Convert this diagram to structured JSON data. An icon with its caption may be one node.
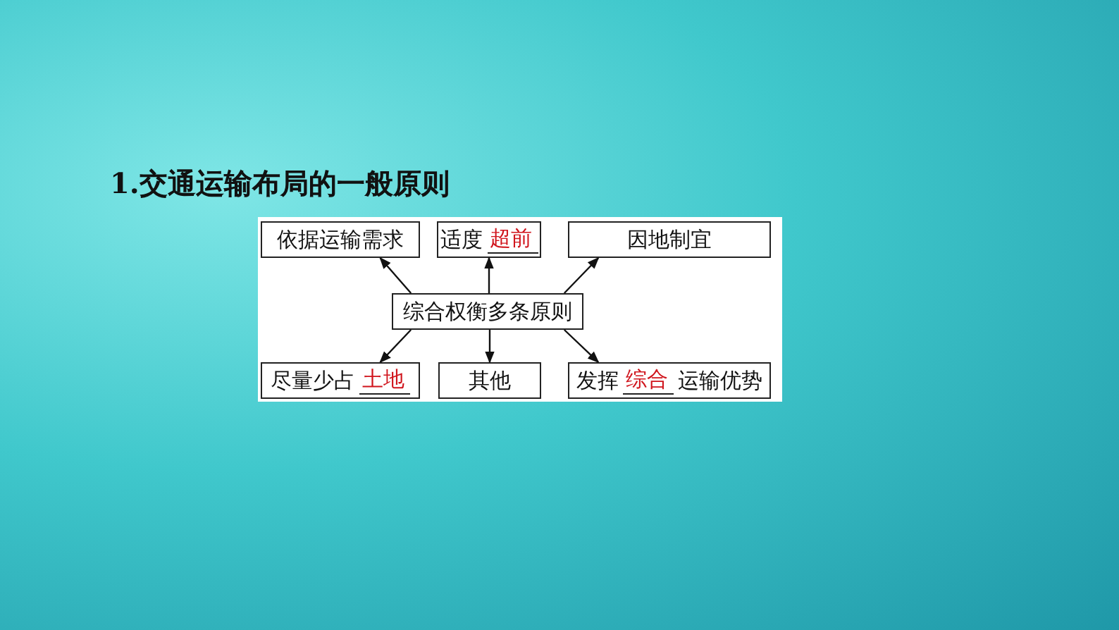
{
  "diagram": {
    "title": "1.交通运输布局的一般原则",
    "nodes": [
      {
        "text": [
          "依据运输需求"
        ]
      },
      {
        "text": [
          "适度",
          "超前"
        ]
      },
      {
        "text": [
          "因地制宜"
        ]
      },
      {
        "text": [
          "综合权衡多条原则"
        ]
      },
      {
        "text": [
          "尽量少占",
          "土地"
        ]
      },
      {
        "text": [
          "其他"
        ]
      },
      {
        "text": [
          "发挥",
          "综合",
          "运输优势"
        ]
      }
    ],
    "edges": [
      {
        "from": 3,
        "to": 0,
        "arrow": "to"
      },
      {
        "from": 3,
        "to": 1,
        "arrow": "to"
      },
      {
        "from": 3,
        "to": 2,
        "arrow": "to"
      },
      {
        "from": 3,
        "to": 4,
        "arrow": "to"
      },
      {
        "from": 3,
        "to": 5,
        "arrow": "to"
      },
      {
        "from": 3,
        "to": 6,
        "arrow": "to"
      }
    ]
  }
}
